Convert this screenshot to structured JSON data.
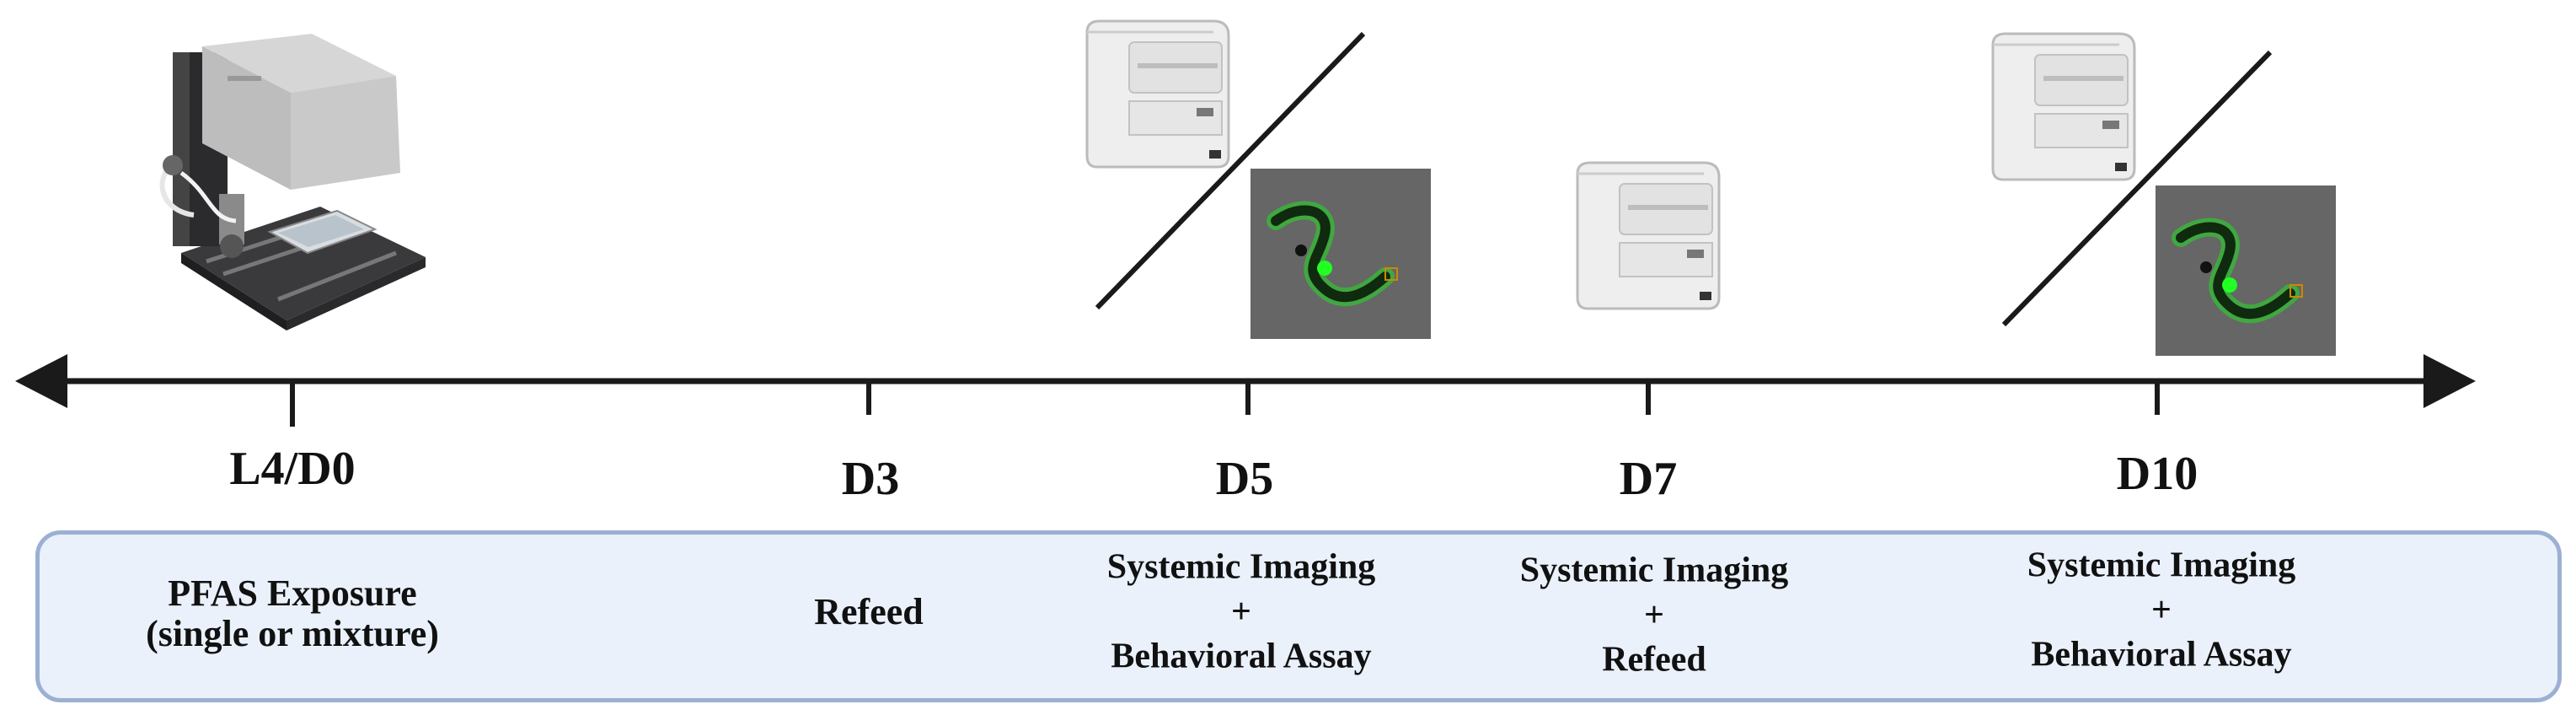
{
  "timeline": {
    "ticks": [
      {
        "id": "l4d0",
        "label": "L4/D0"
      },
      {
        "id": "d3",
        "label": "D3"
      },
      {
        "id": "d5",
        "label": "D5"
      },
      {
        "id": "d7",
        "label": "D7"
      },
      {
        "id": "d10",
        "label": "D10"
      }
    ]
  },
  "panel": {
    "l4d0": {
      "lines": [
        "PFAS Exposure",
        "(single or mixture)"
      ]
    },
    "d3": {
      "lines": [
        "Refeed"
      ]
    },
    "d5": {
      "lines": [
        "Systemic Imaging",
        "+",
        "Behavioral Assay"
      ]
    },
    "d7": {
      "lines": [
        "Systemic Imaging",
        "+",
        "Refeed"
      ]
    },
    "d10": {
      "lines": [
        "Systemic Imaging",
        "+",
        "Behavioral Assay"
      ]
    }
  },
  "colors": {
    "axis": "#1a1a1a",
    "panel_bg": "#eaf1fb",
    "panel_border": "#9bb0d3",
    "worm_box": "#666666",
    "worm_glow": "#22dd22"
  },
  "icons": [
    "microscope-icon",
    "plate-reader-icon",
    "worm-tracking-image-icon",
    "slash-divider"
  ]
}
